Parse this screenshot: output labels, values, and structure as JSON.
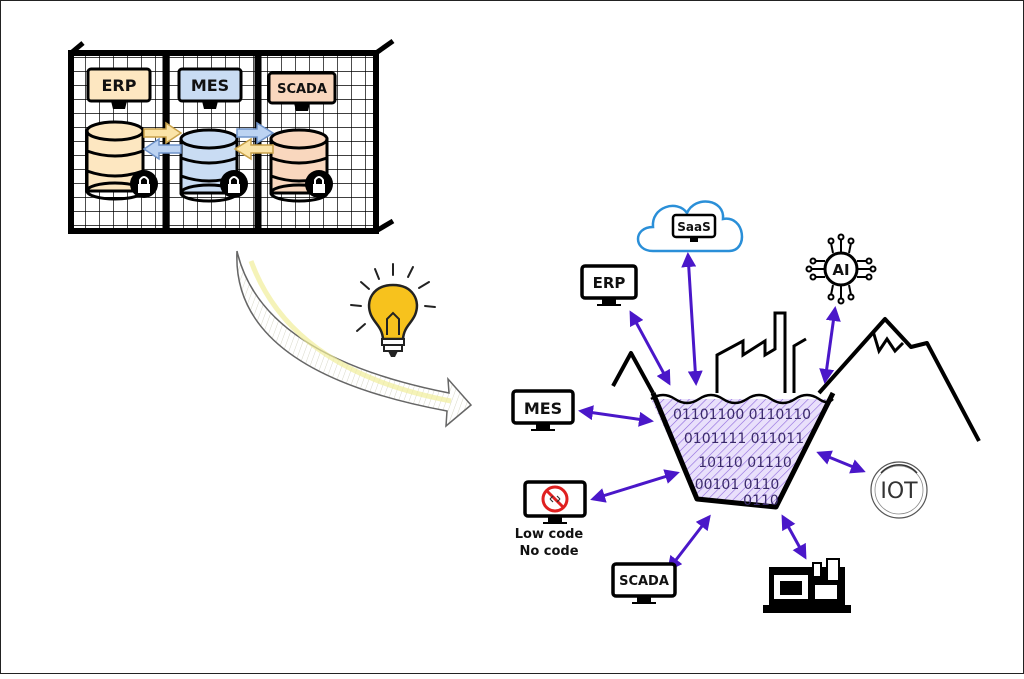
{
  "legacy": {
    "systems": [
      {
        "label": "ERP",
        "color": "#fde7c1"
      },
      {
        "label": "MES",
        "color": "#c9dcf3"
      },
      {
        "label": "SCADA",
        "color": "#f9d7be"
      }
    ]
  },
  "lake": {
    "binary_lines": [
      "01101100 0110110",
      "0101111 011011",
      "10110 01110",
      "00101 0110",
      "0110"
    ],
    "fill": "#c9b6f2"
  },
  "nodes": {
    "saas": "SaaS",
    "ai": "AI",
    "erp": "ERP",
    "mes": "MES",
    "scada": "SCADA",
    "iot": "IOT",
    "lowcode_line1": "Low code",
    "lowcode_line2": "No code"
  },
  "colors": {
    "arrow": "#4a17c9",
    "saas_cloud": "#2a8fd8",
    "bulb": "#f7c21d"
  }
}
